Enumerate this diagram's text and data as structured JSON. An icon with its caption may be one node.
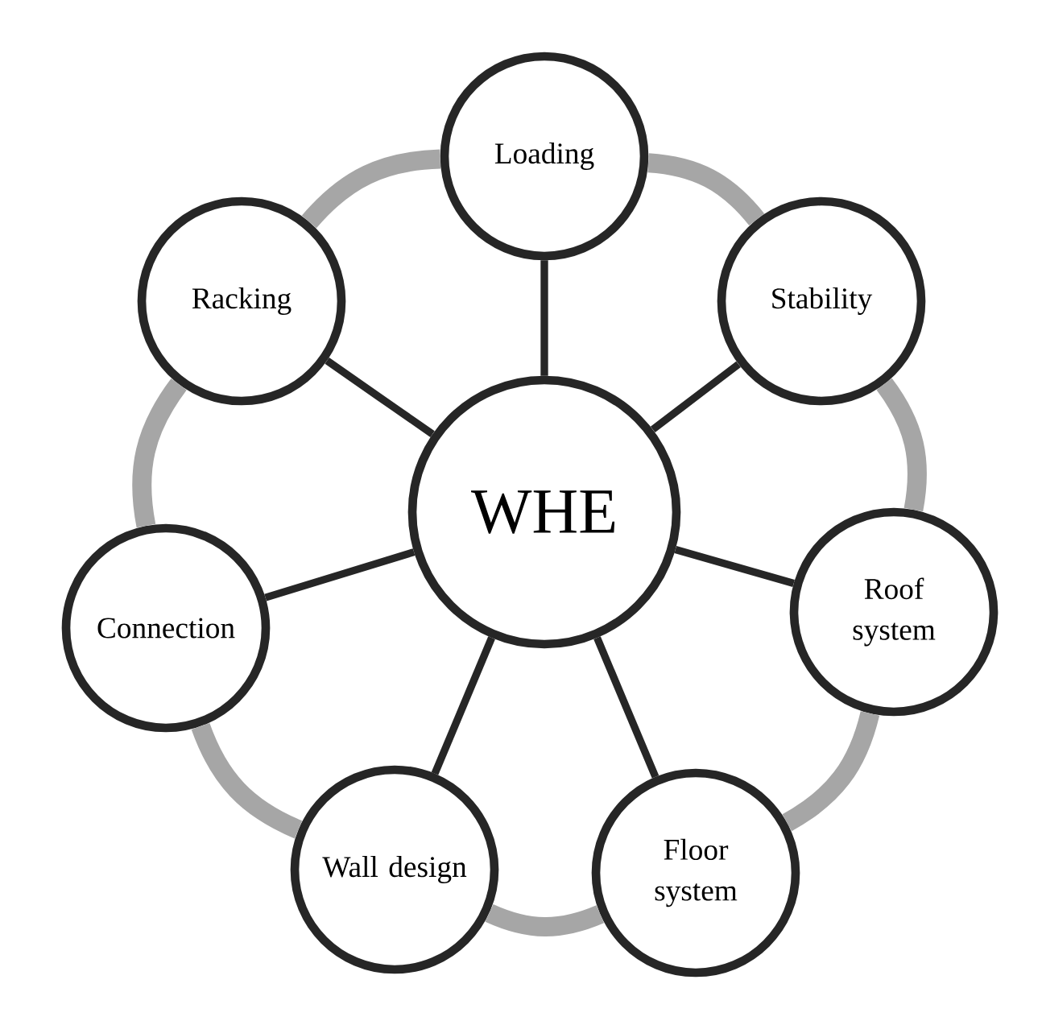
{
  "diagram": {
    "nodes": [
      {
        "text": [
          "WHE"
        ]
      },
      {
        "text": [
          "Loading"
        ]
      },
      {
        "text": [
          "Stability"
        ]
      },
      {
        "text": [
          "Roof system"
        ]
      },
      {
        "text": [
          "Floor system"
        ]
      },
      {
        "text": [
          "Wall design"
        ]
      },
      {
        "text": [
          "Connection"
        ]
      },
      {
        "text": [
          "Racking"
        ]
      }
    ],
    "edges": [
      {
        "from": 0,
        "to": 1,
        "arrow": "none"
      },
      {
        "from": 0,
        "to": 2,
        "arrow": "none"
      },
      {
        "from": 0,
        "to": 3,
        "arrow": "none"
      },
      {
        "from": 0,
        "to": 4,
        "arrow": "none"
      },
      {
        "from": 0,
        "to": 5,
        "arrow": "none"
      },
      {
        "from": 0,
        "to": 6,
        "arrow": "none"
      },
      {
        "from": 0,
        "to": 7,
        "arrow": "none"
      },
      {
        "from": 1,
        "to": 2,
        "arrow": "none",
        "style": "thick",
        "color": "#a6a6a6"
      },
      {
        "from": 2,
        "to": 3,
        "arrow": "none",
        "style": "thick",
        "color": "#a6a6a6"
      },
      {
        "from": 3,
        "to": 4,
        "arrow": "none",
        "style": "thick",
        "color": "#a6a6a6"
      },
      {
        "from": 4,
        "to": 5,
        "arrow": "none",
        "style": "thick",
        "color": "#a6a6a6"
      },
      {
        "from": 5,
        "to": 6,
        "arrow": "none",
        "style": "thick",
        "color": "#a6a6a6"
      },
      {
        "from": 6,
        "to": 7,
        "arrow": "none",
        "style": "thick",
        "color": "#a6a6a6"
      },
      {
        "from": 7,
        "to": 1,
        "arrow": "none",
        "style": "thick",
        "color": "#a6a6a6"
      }
    ]
  }
}
